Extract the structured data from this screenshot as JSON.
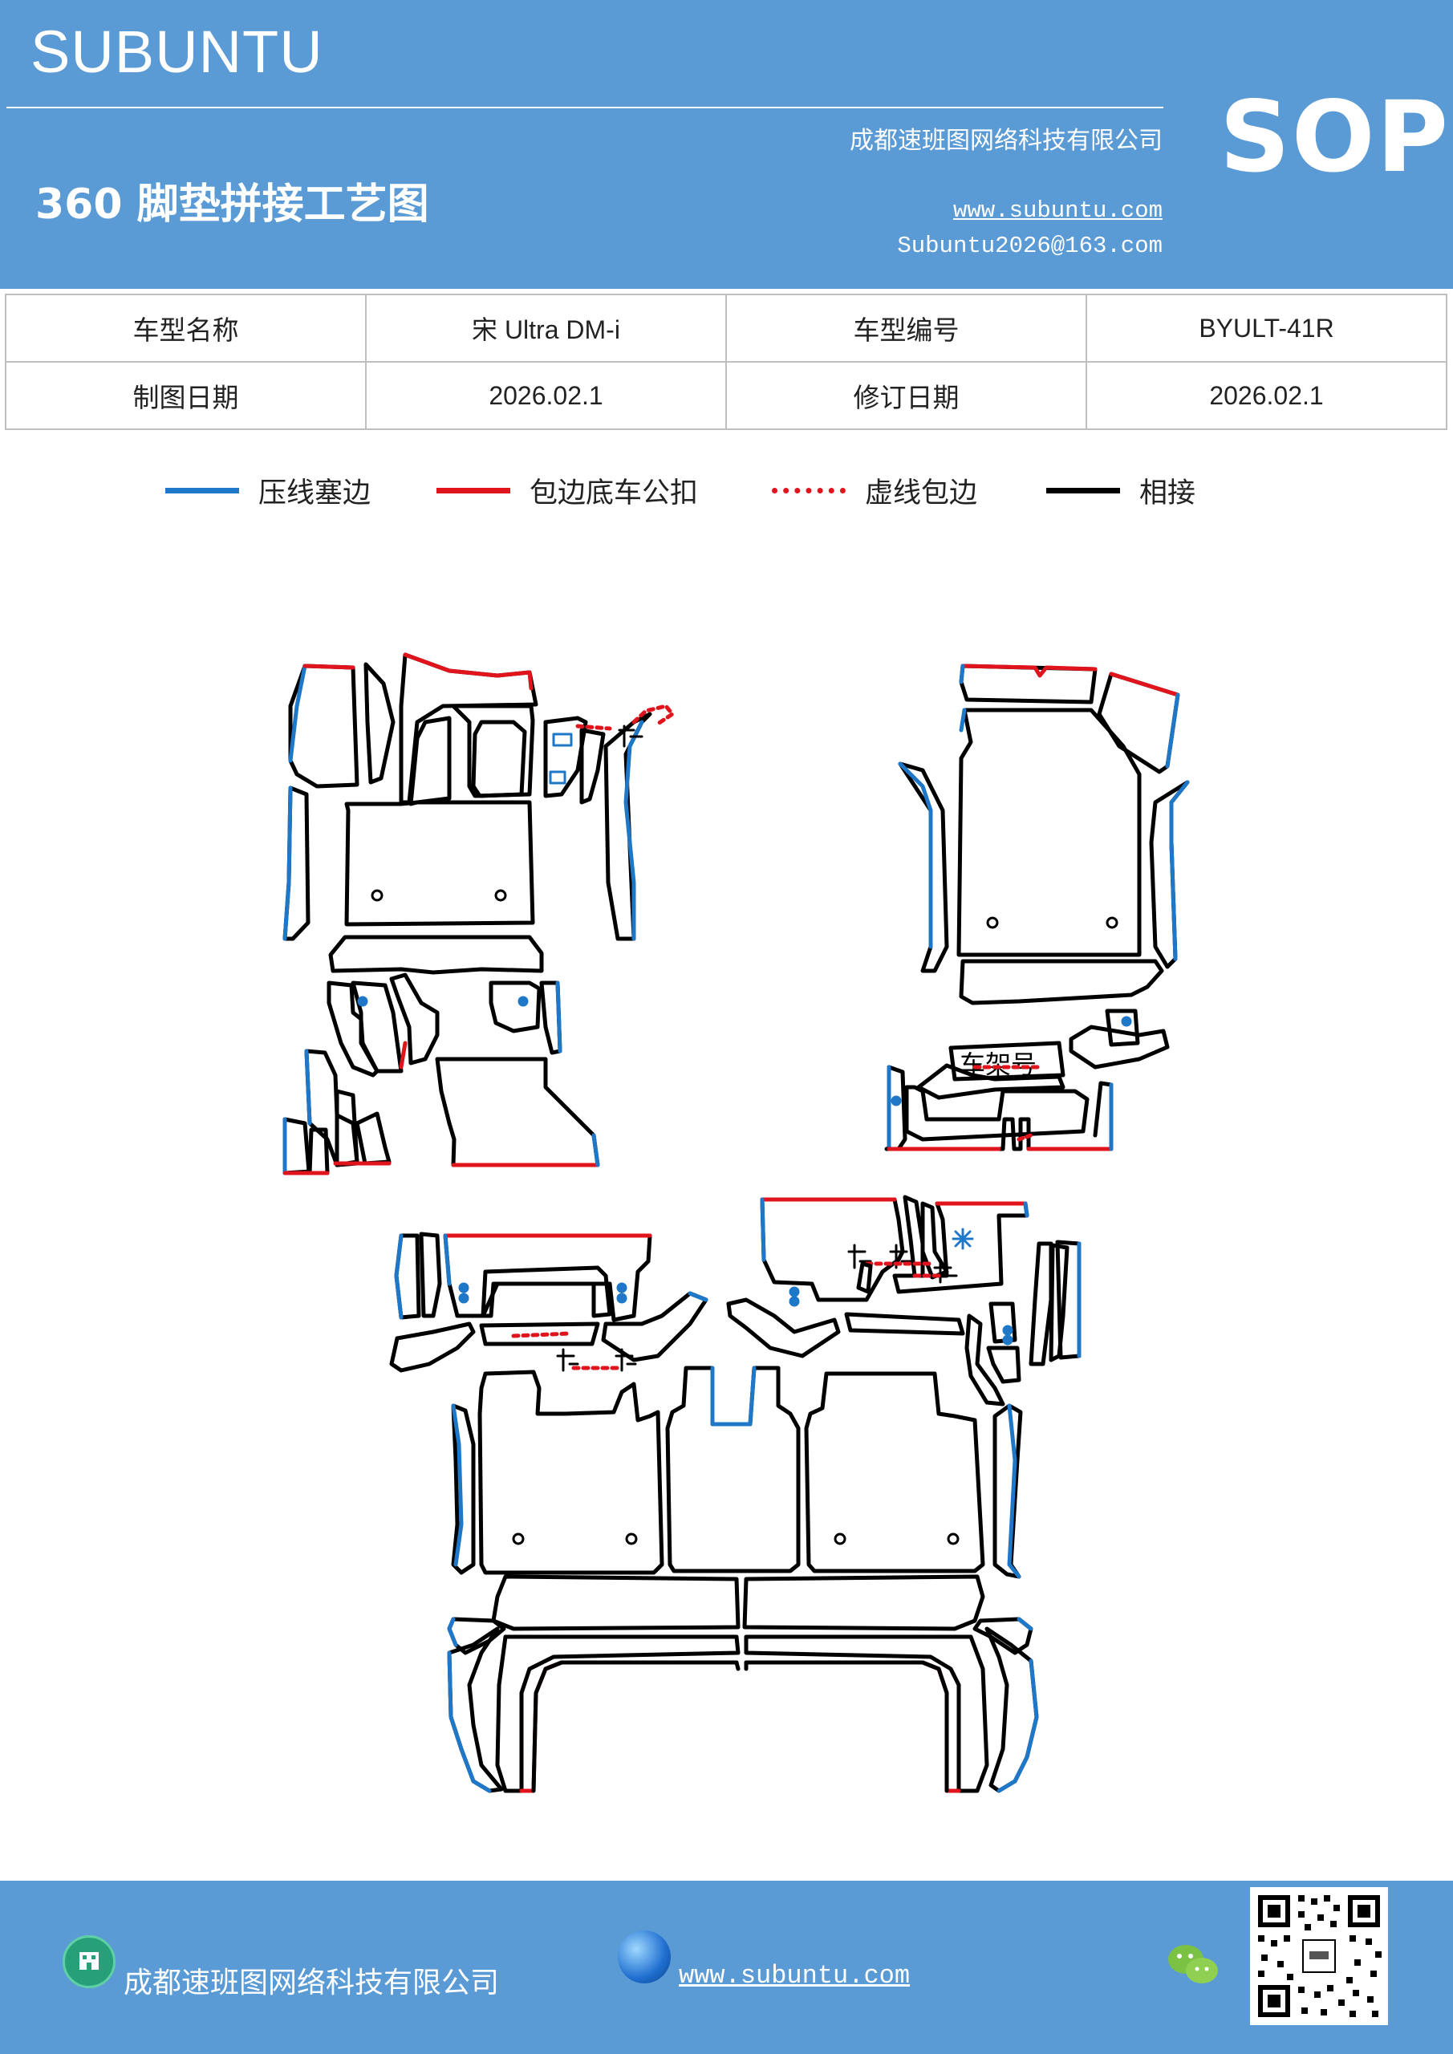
{
  "header": {
    "brand": "SUBUNTU",
    "company": "成都速班图网络科技有限公司",
    "title": "360 脚垫拼接工艺图",
    "website": "www.subuntu.com",
    "email": "Subuntu2026@163.com",
    "badge": "SOP"
  },
  "info": {
    "row1": {
      "label_a": "车型名称",
      "value_a": "宋 Ultra  DM-i",
      "label_b": "车型编号",
      "value_b": "BYULT-41R"
    },
    "row2": {
      "label_a": "制图日期",
      "value_a": "2026.02.1",
      "label_b": "修订日期",
      "value_b": "2026.02.1"
    }
  },
  "legend": [
    {
      "label": "压线塞边",
      "color": "#1f77c8",
      "style": "solid"
    },
    {
      "label": "包边底车公扣",
      "color": "#e0141c",
      "style": "solid"
    },
    {
      "label": "虚线包边",
      "color": "#e0141c",
      "style": "dotted"
    },
    {
      "label": "相接",
      "color": "#000000",
      "style": "solid"
    }
  ],
  "diagram": {
    "frame_label": "车架号"
  },
  "footer": {
    "company": "成都速班图网络科技有限公司",
    "website": "www.subuntu.com",
    "icons": [
      "building-icon",
      "globe-icon",
      "wechat-icon",
      "qr-code"
    ]
  }
}
